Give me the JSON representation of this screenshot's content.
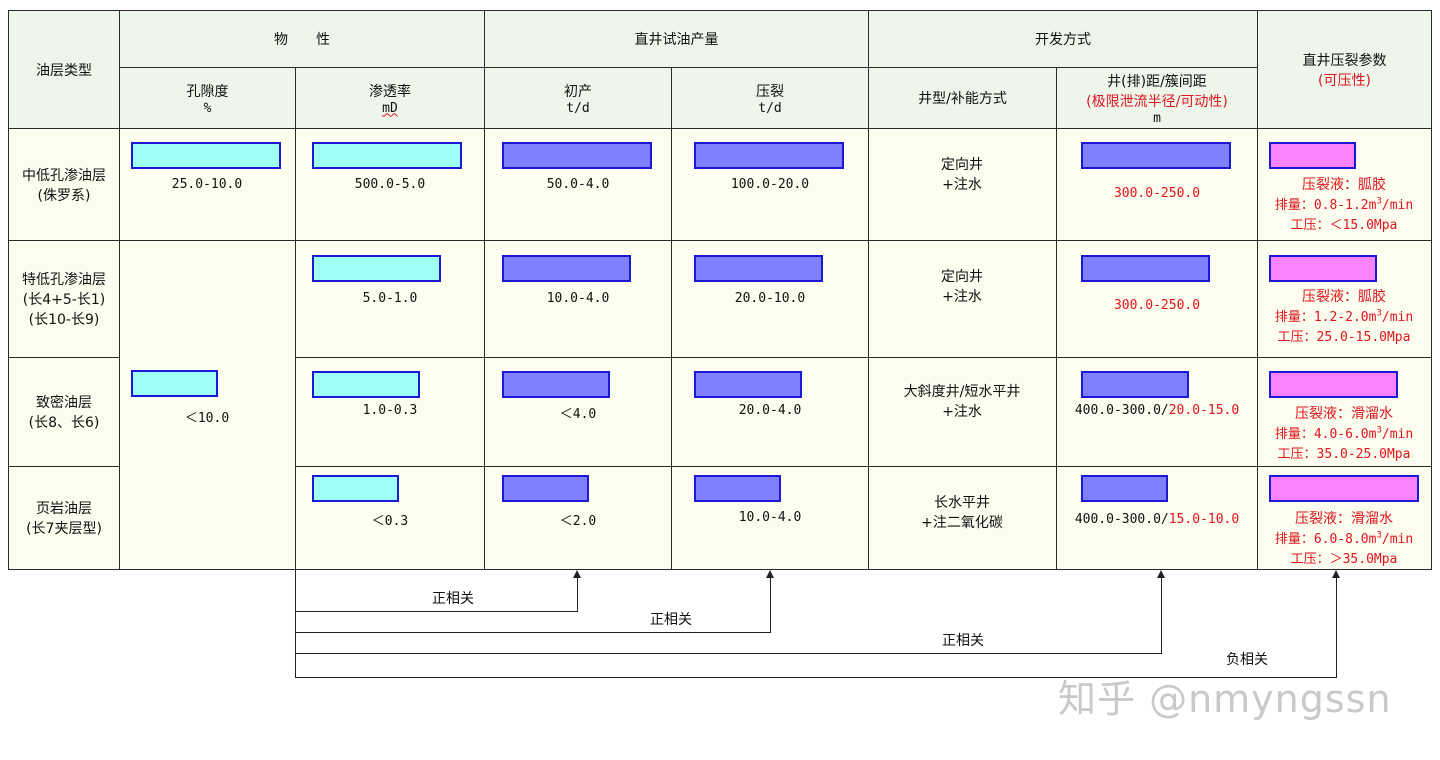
{
  "headers": {
    "oil_type": "油层类型",
    "physical": "物　　性",
    "production": "直井试油产量",
    "dev_method": "开发方式",
    "frac_params": "直井压裂参数",
    "frac_params_sub": "(可压性)",
    "porosity": "孔隙度",
    "porosity_unit": "%",
    "permeability": "渗透率",
    "permeability_unit": "mD",
    "initial": "初产",
    "initial_unit": "t/d",
    "fractured": "压裂",
    "fractured_unit": "t/d",
    "well_type": "井型/补能方式",
    "spacing": "井(排)距/簇间距",
    "spacing_sub": "(极限泄流半径/可动性)",
    "spacing_unit": "m"
  },
  "rows": [
    {
      "type_line1": "中低孔渗油层",
      "type_line2": "(侏罗系)",
      "type_line3": "",
      "porosity": "25.0-10.0",
      "permeability": "500.0-5.0",
      "initial": "50.0-4.0",
      "fractured": "100.0-20.0",
      "well_line1": "定向井",
      "well_line2": "+注水",
      "spacing_black": "",
      "spacing_red": "300.0-250.0",
      "fluid": "压裂液：胍胶",
      "rate_pre": "排量：0.8-1.2m",
      "rate_sup": "3",
      "rate_post": "/min",
      "pressure": "工压：＜15.0Mpa"
    },
    {
      "type_line1": "特低孔渗油层",
      "type_line2": "(长4+5-长1)",
      "type_line3": "(长10-长9)",
      "porosity": "",
      "permeability": "5.0-1.0",
      "initial": "10.0-4.0",
      "fractured": "20.0-10.0",
      "well_line1": "定向井",
      "well_line2": "+注水",
      "spacing_black": "",
      "spacing_red": "300.0-250.0",
      "fluid": "压裂液：胍胶",
      "rate_pre": "排量：1.2-2.0m",
      "rate_sup": "3",
      "rate_post": "/min",
      "pressure": "工压：25.0-15.0Mpa"
    },
    {
      "type_line1": "致密油层",
      "type_line2": "(长8、长6)",
      "type_line3": "",
      "porosity": "＜10.0",
      "permeability": "1.0-0.3",
      "initial": "＜4.0",
      "fractured": "20.0-4.0",
      "well_line1": "大斜度井/短水平井",
      "well_line2": "+注水",
      "spacing_black": "400.0-300.0/",
      "spacing_red": "20.0-15.0",
      "fluid": "压裂液：滑溜水",
      "rate_pre": "排量：4.0-6.0m",
      "rate_sup": "3",
      "rate_post": "/min",
      "pressure": "工压：35.0-25.0Mpa"
    },
    {
      "type_line1": "页岩油层",
      "type_line2": "(长7夹层型)",
      "type_line3": "",
      "porosity": "",
      "permeability": "＜0.3",
      "initial": "＜2.0",
      "fractured": "10.0-4.0",
      "well_line1": "长水平井",
      "well_line2": "+注二氧化碳",
      "spacing_black": "400.0-300.0/",
      "spacing_red": "15.0-10.0",
      "fluid": "压裂液：滑溜水",
      "rate_pre": "排量：6.0-8.0m",
      "rate_sup": "3",
      "rate_post": "/min",
      "pressure": "工压：＞35.0Mpa"
    }
  ],
  "bar_levels": {
    "porosity": [
      1.0,
      0.58
    ],
    "permeability": [
      1.0,
      0.86,
      0.72,
      0.58
    ],
    "initial": [
      1.0,
      0.86,
      0.72,
      0.58
    ],
    "fractured": [
      1.0,
      0.86,
      0.72,
      0.58
    ],
    "spacing": [
      1.0,
      0.86,
      0.72,
      0.58
    ],
    "frac": [
      0.58,
      0.72,
      0.86,
      1.0
    ]
  },
  "correlations": [
    "正相关",
    "正相关",
    "正相关",
    "负相关"
  ],
  "watermark": "知乎 @nmyngssn",
  "colors": {
    "cyan": "#9ffff6",
    "blue": "#8080ff",
    "pink": "#ff82ff",
    "red": "#e0141e",
    "header_bg": "#eef6ec",
    "body_bg": "#fdfdef"
  }
}
